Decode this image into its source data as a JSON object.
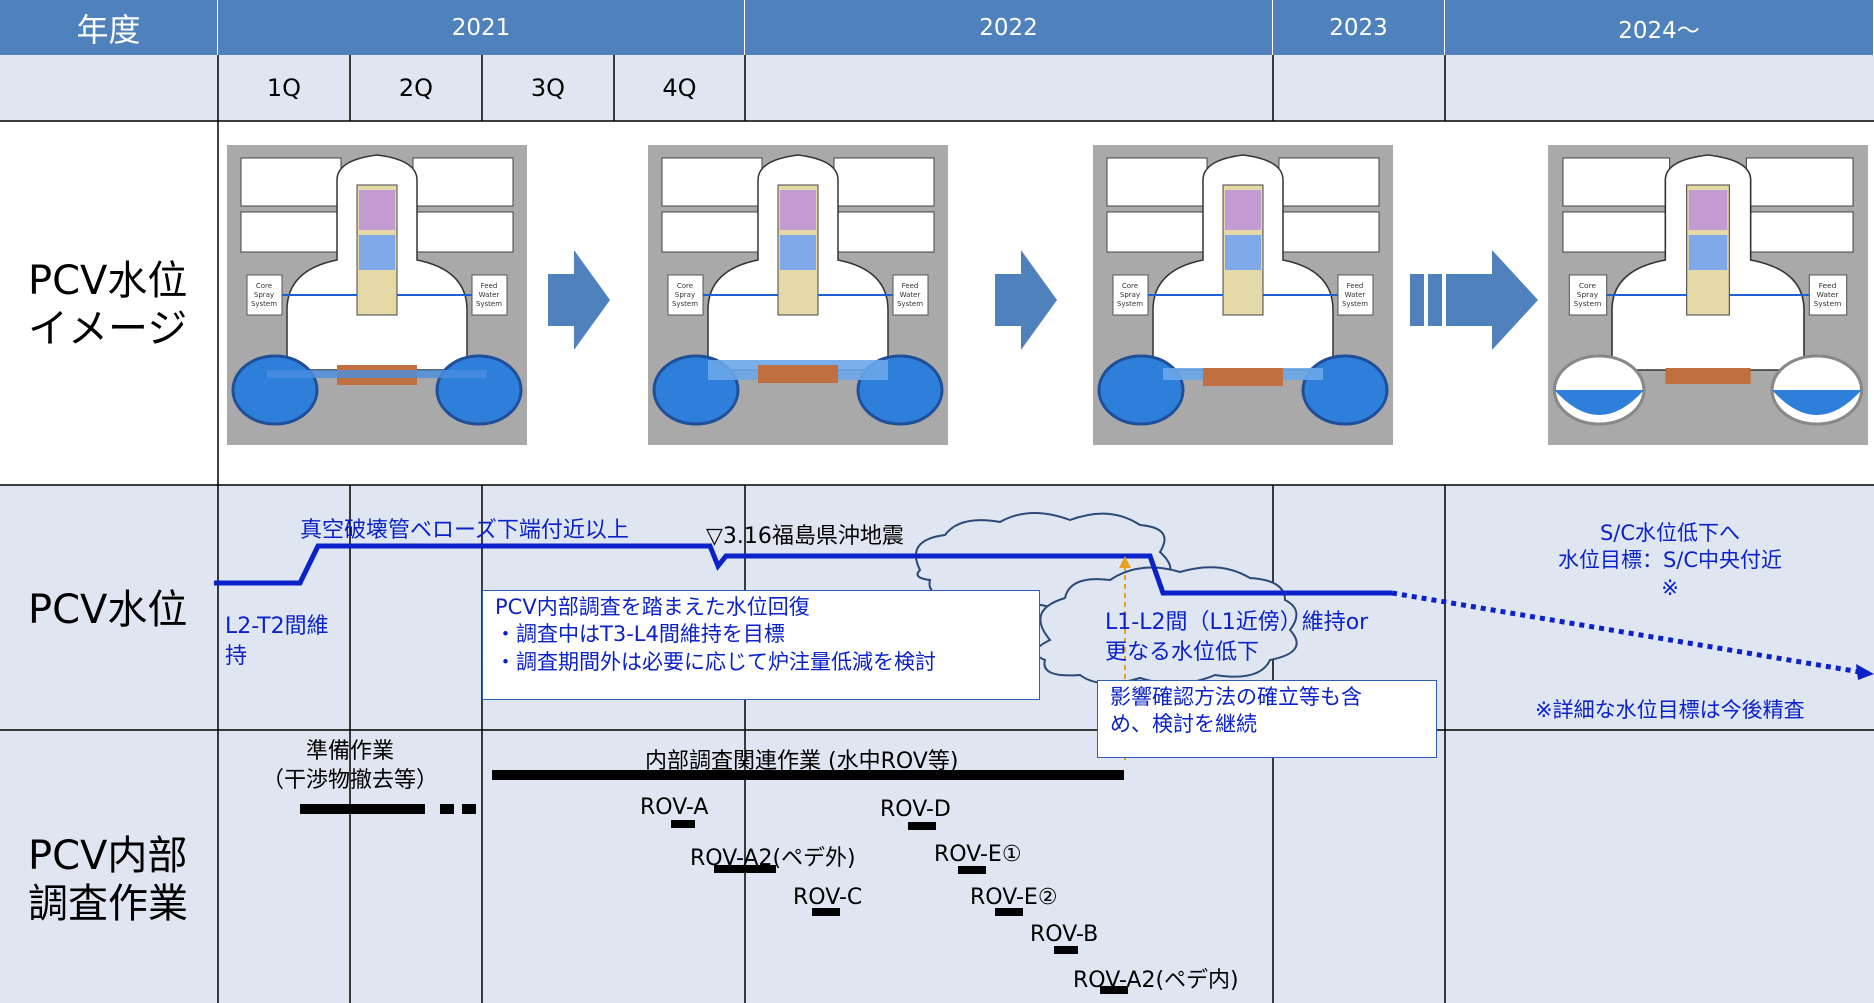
{
  "header": {
    "label": "年度",
    "years": [
      "2021",
      "2022",
      "2023",
      "2024～"
    ],
    "quarters": [
      "1Q",
      "2Q",
      "3Q",
      "4Q"
    ]
  },
  "rows": {
    "image_label": [
      "PCV水位",
      "イメージ"
    ],
    "level_label": "PCV水位",
    "work_label": [
      "PCV内部",
      "調査作業"
    ]
  },
  "reactor_labels": {
    "left": [
      "Core",
      "Spray",
      "System"
    ],
    "right": [
      "Feed",
      "Water",
      "System"
    ]
  },
  "level": {
    "upper_label": "真空破壊管ベローズ下端付近以上",
    "earthquake": "▽3.16福島県沖地震",
    "l2t2": [
      "L2-T2間維",
      "持"
    ],
    "recovery_box": [
      "PCV内部調査を踏まえた水位回復",
      "・調査中はT3-L4間維持を目標",
      "・調査期間外は必要に応じて炉注量低減を検討"
    ],
    "cloud_text": [
      "L1-L2間（L1近傍）維持or",
      "更なる水位低下"
    ],
    "impact_box": [
      "影響確認方法の確立等も含",
      "め、検討を継続"
    ],
    "sc_target": [
      "S/C水位低下へ",
      "水位目標：S/C中央付近",
      "※"
    ],
    "note": "※詳細な水位目標は今後精査"
  },
  "work": {
    "prep": [
      "準備作業",
      "（干渉物撤去等）"
    ],
    "internal": "内部調査関連作業 (水中ROV等)",
    "rov": [
      "ROV-A",
      "ROV-A2(ペデ外)",
      "ROV-C",
      "ROV-D",
      "ROV-E①",
      "ROV-E②",
      "ROV-B",
      "ROV-A2(ペデ内)"
    ]
  },
  "colors": {
    "header": "#4f81bd",
    "band": "#dfe6f1",
    "grid": "#000000",
    "water_line": "#0b22c9",
    "arrow": "#4f81bd",
    "water": "#2e7fd9"
  }
}
